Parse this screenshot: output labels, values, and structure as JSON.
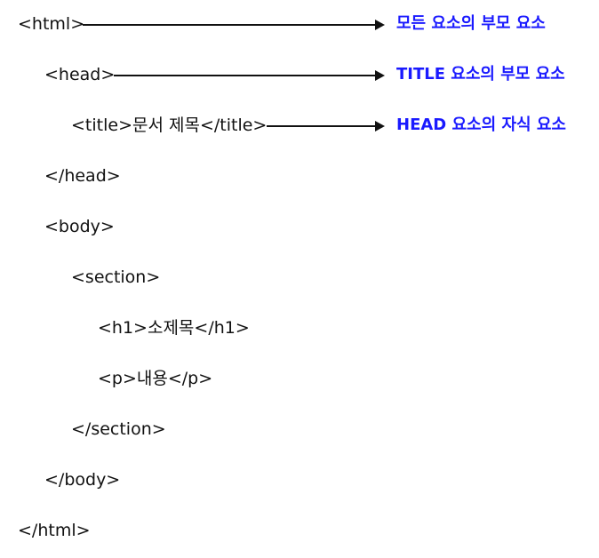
{
  "code": {
    "html_open": "<html>",
    "head_open": "<head>",
    "title_line": "<title>문서 제목</title>",
    "head_close": "</head>",
    "body_open": "<body>",
    "section_open": "<section>",
    "h1_line": "<h1>소제목</h1>",
    "p_line": "<p>내용</p>",
    "section_close": "</section>",
    "body_close": "</body>",
    "html_close": "</html>"
  },
  "notes": {
    "html_note": "모든 요소의 부모 요소",
    "head_note": "TITLE 요소의 부모 요소",
    "title_note": "HEAD 요소의 자식 요소"
  },
  "colors": {
    "note_text": "#1a1aff",
    "code_text": "#111111",
    "arrow": "#111111"
  }
}
